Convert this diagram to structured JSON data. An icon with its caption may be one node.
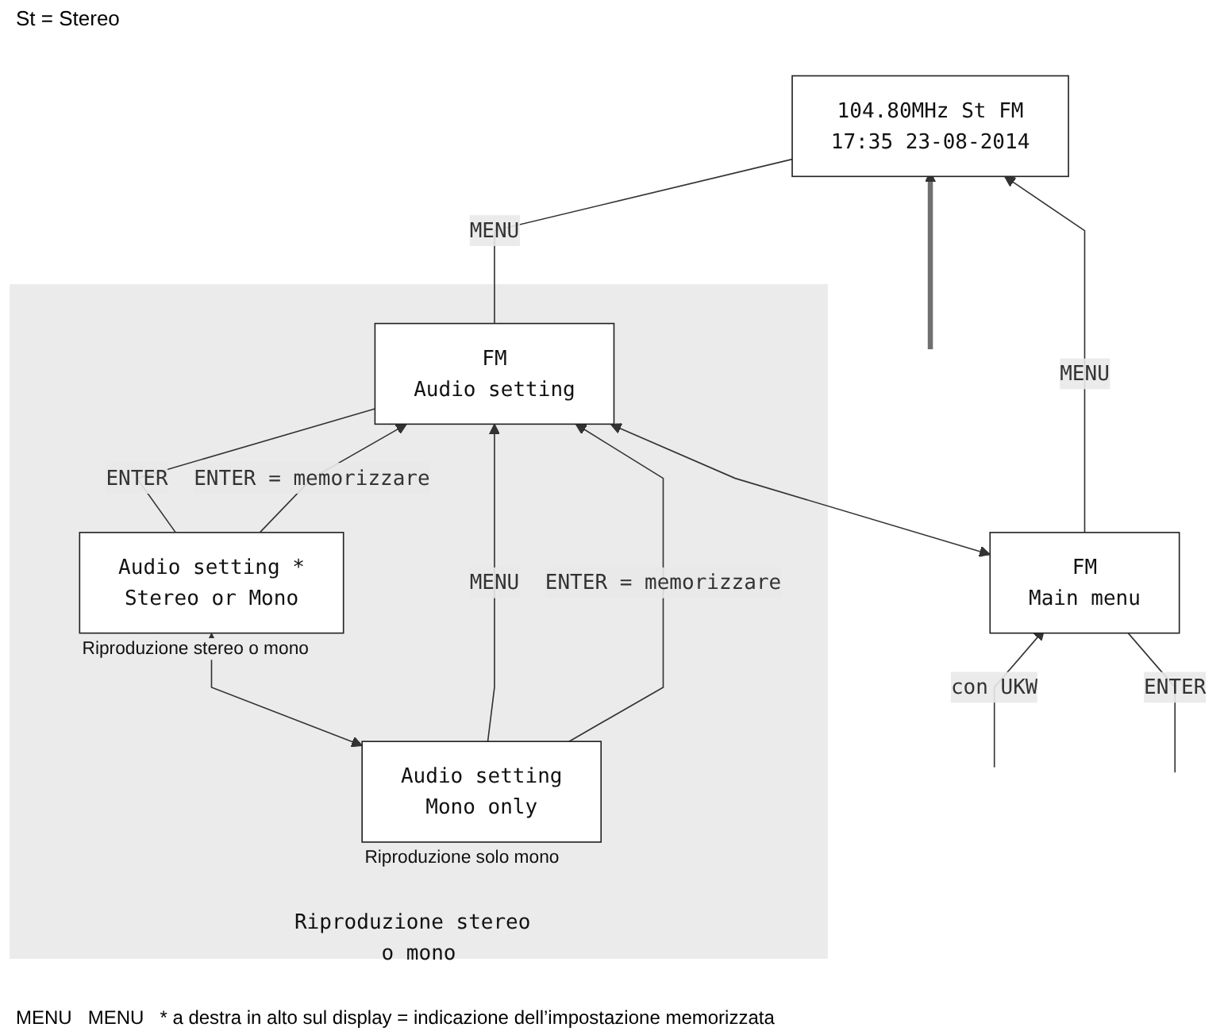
{
  "diagram": {
    "nodes": [
      {
        "text": [
          "104.80MHz St FM",
          "17:35 23-08-2014"
        ]
      },
      {
        "text": [
          "Riproduzione stereo o mono"
        ]
      },
      {
        "text": [
          "FM",
          "Audio setting"
        ],
        "in": 1
      },
      {
        "text": [
          "Audio setting *",
          "Stereo or Mono"
        ],
        "in": 1,
        "beside": [
          "Riproduzione stereo o mono"
        ]
      },
      {
        "text": [
          "Audio setting",
          "Mono only"
        ],
        "in": 1,
        "beside": [
          "Riproduzione solo mono"
        ]
      },
      {
        "text": [
          "FM",
          "Main menu"
        ]
      }
    ],
    "edges": [
      {
        "from": null,
        "to": 0,
        "arrow": "to",
        "style": "thick",
        "color": "#707070"
      },
      {
        "from": 0,
        "to": 2,
        "arrow": "none",
        "label": "MENU"
      },
      {
        "from": 5,
        "to": 0,
        "arrow": "to",
        "label": "MENU"
      },
      {
        "from": 2,
        "to": 5,
        "arrow": "both"
      },
      {
        "from": 2,
        "to": 3,
        "arrow": "none",
        "label": "ENTER"
      },
      {
        "from": 4,
        "to": 2,
        "arrow": "to",
        "label": "MENU"
      },
      {
        "from": 3,
        "to": 4,
        "arrow": "both"
      },
      {
        "from": 3,
        "to": 2,
        "arrow": "to",
        "label": "ENTER = memorizzare"
      },
      {
        "from": 4,
        "to": 2,
        "arrow": "to",
        "label": "ENTER = memorizzare"
      },
      {
        "from": null,
        "to": 5,
        "arrow": "to",
        "label": "con UKW"
      },
      {
        "from": 5,
        "to": null,
        "arrow": "none",
        "label": "ENTER"
      }
    ],
    "labels": [
      "St = Stereo",
      "MENU",
      "MENU",
      "* a destra in alto sul display = indicazione dell’impostazione memorizzata"
    ]
  }
}
